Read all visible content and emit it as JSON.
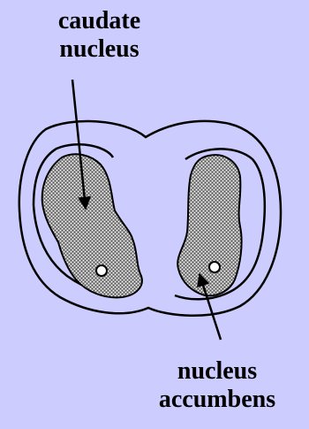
{
  "labels": {
    "caudate": [
      "caudate",
      "nucleus"
    ],
    "accumbens": [
      "nucleus",
      "accumbens"
    ]
  },
  "colors": {
    "background": "#ccccff",
    "stipple": "#8a8a8a",
    "outline": "#000000"
  }
}
